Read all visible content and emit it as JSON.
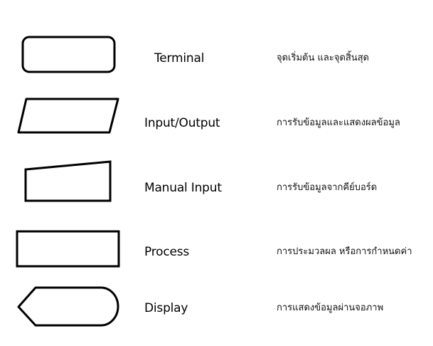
{
  "legend": {
    "items": [
      {
        "shape": "terminal-shape",
        "name": "Terminal",
        "description": "จุดเริ่มต้น และจุดสิ้นสุด"
      },
      {
        "shape": "parallelogram-shape",
        "name": "Input/Output",
        "description": "การรับข้อมูลและแสดงผลข้อมูล"
      },
      {
        "shape": "manual-input-shape",
        "name": "Manual Input",
        "description": "การรับข้อมูลจากคีย์บอร์ด"
      },
      {
        "shape": "process-rectangle-shape",
        "name": "Process",
        "description": "การประมวลผล หรือการกำหนดค่า"
      },
      {
        "shape": "display-shape",
        "name": "Display",
        "description": "การแสดงข้อมูลผ่านจอภาพ"
      }
    ]
  },
  "colors": {
    "background": "#ffffff",
    "stroke": "#000000",
    "text": "#000000"
  }
}
